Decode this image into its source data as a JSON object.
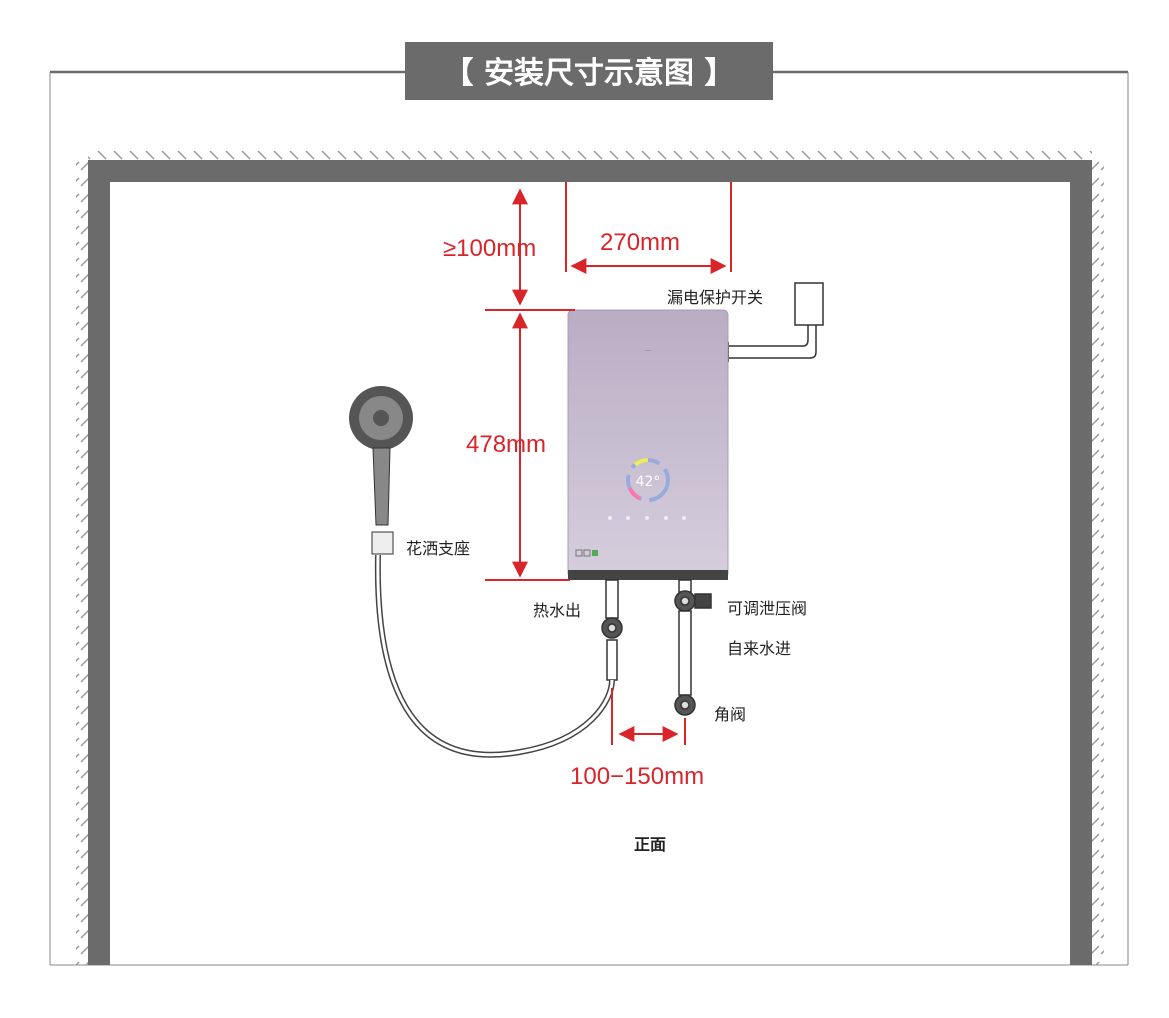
{
  "title": "【 安装尺寸示意图 】",
  "dimensions": {
    "top_clearance": "≥100mm",
    "width": "270mm",
    "height": "478mm",
    "pipe_spacing": "100−150mm"
  },
  "labels": {
    "leakage_switch": "漏电保护开关",
    "shower_holder": "花洒支座",
    "hot_water_out": "热水出",
    "pressure_relief_valve": "可调泄压阀",
    "cold_water_in": "自来水进",
    "angle_valve": "角阀",
    "view": "正面"
  },
  "colors": {
    "dimension": "#d9252a",
    "wall": "#6b6b6b",
    "heater": "#c9bfd3"
  }
}
